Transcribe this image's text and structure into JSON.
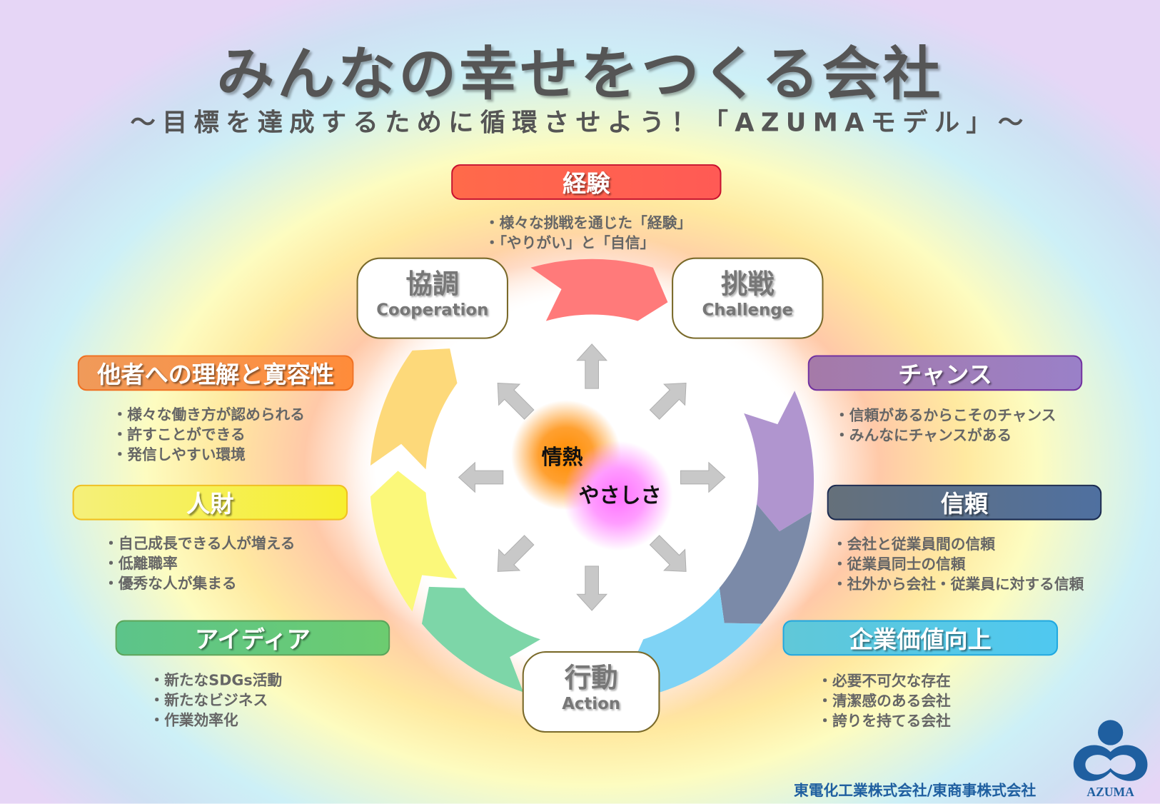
{
  "title": "みんなの幸せをつくる会社",
  "subtitle": "〜目標を達成するために循環させよう！「AZUMAモデル」〜",
  "categories": {
    "keiken": {
      "label": "経験",
      "bullets": [
        "・様々な挑戦を通じた「経験」",
        "・「やりがい」と「自信」"
      ]
    },
    "tasha": {
      "label": "他者への理解と寛容性",
      "bullets": [
        "・様々な働き方が認められる",
        "・許すことができる",
        "・発信しやすい環境"
      ]
    },
    "jinzai": {
      "label": "人財",
      "bullets": [
        "・自己成長できる人が増える",
        "・低離職率",
        "・優秀な人が集まる"
      ]
    },
    "idea": {
      "label": "アイディア",
      "bullets": [
        "・新たなSDGs活動",
        "・新たなビジネス",
        "・作業効率化"
      ]
    },
    "chance": {
      "label": "チャンス",
      "bullets": [
        "・信頼があるからこそのチャンス",
        "・みんなにチャンスがある"
      ]
    },
    "shinrai": {
      "label": "信頼",
      "bullets": [
        "・会社と従業員間の信頼",
        "・従業員同士の信頼",
        "・社外から会社・従業員に対する信頼"
      ]
    },
    "kigyo": {
      "label": "企業価値向上",
      "bullets": [
        "・必要不可欠な存在",
        "・清潔感のある会社",
        "・誇りを持てる会社"
      ]
    }
  },
  "actions": {
    "kyocho": {
      "jp": "協調",
      "en": "Cooperation"
    },
    "chosen": {
      "jp": "挑戦",
      "en": "Challenge"
    },
    "kodo": {
      "jp": "行動",
      "en": "Action"
    }
  },
  "center": {
    "passion": "情熱",
    "kindness": "やさしさ"
  },
  "footer": {
    "company": "東電化工業株式会社/東商事株式会社",
    "logo_text": "AZUMA"
  },
  "colors": {
    "red": "#ff7a7a",
    "purple": "#b095cf",
    "slate": "#7b8aa8",
    "blue": "#7fd3f5",
    "green": "#7dd6a8",
    "yellow": "#fbf87a",
    "orange": "#fdd97a",
    "logo": "#1f5fa0"
  }
}
